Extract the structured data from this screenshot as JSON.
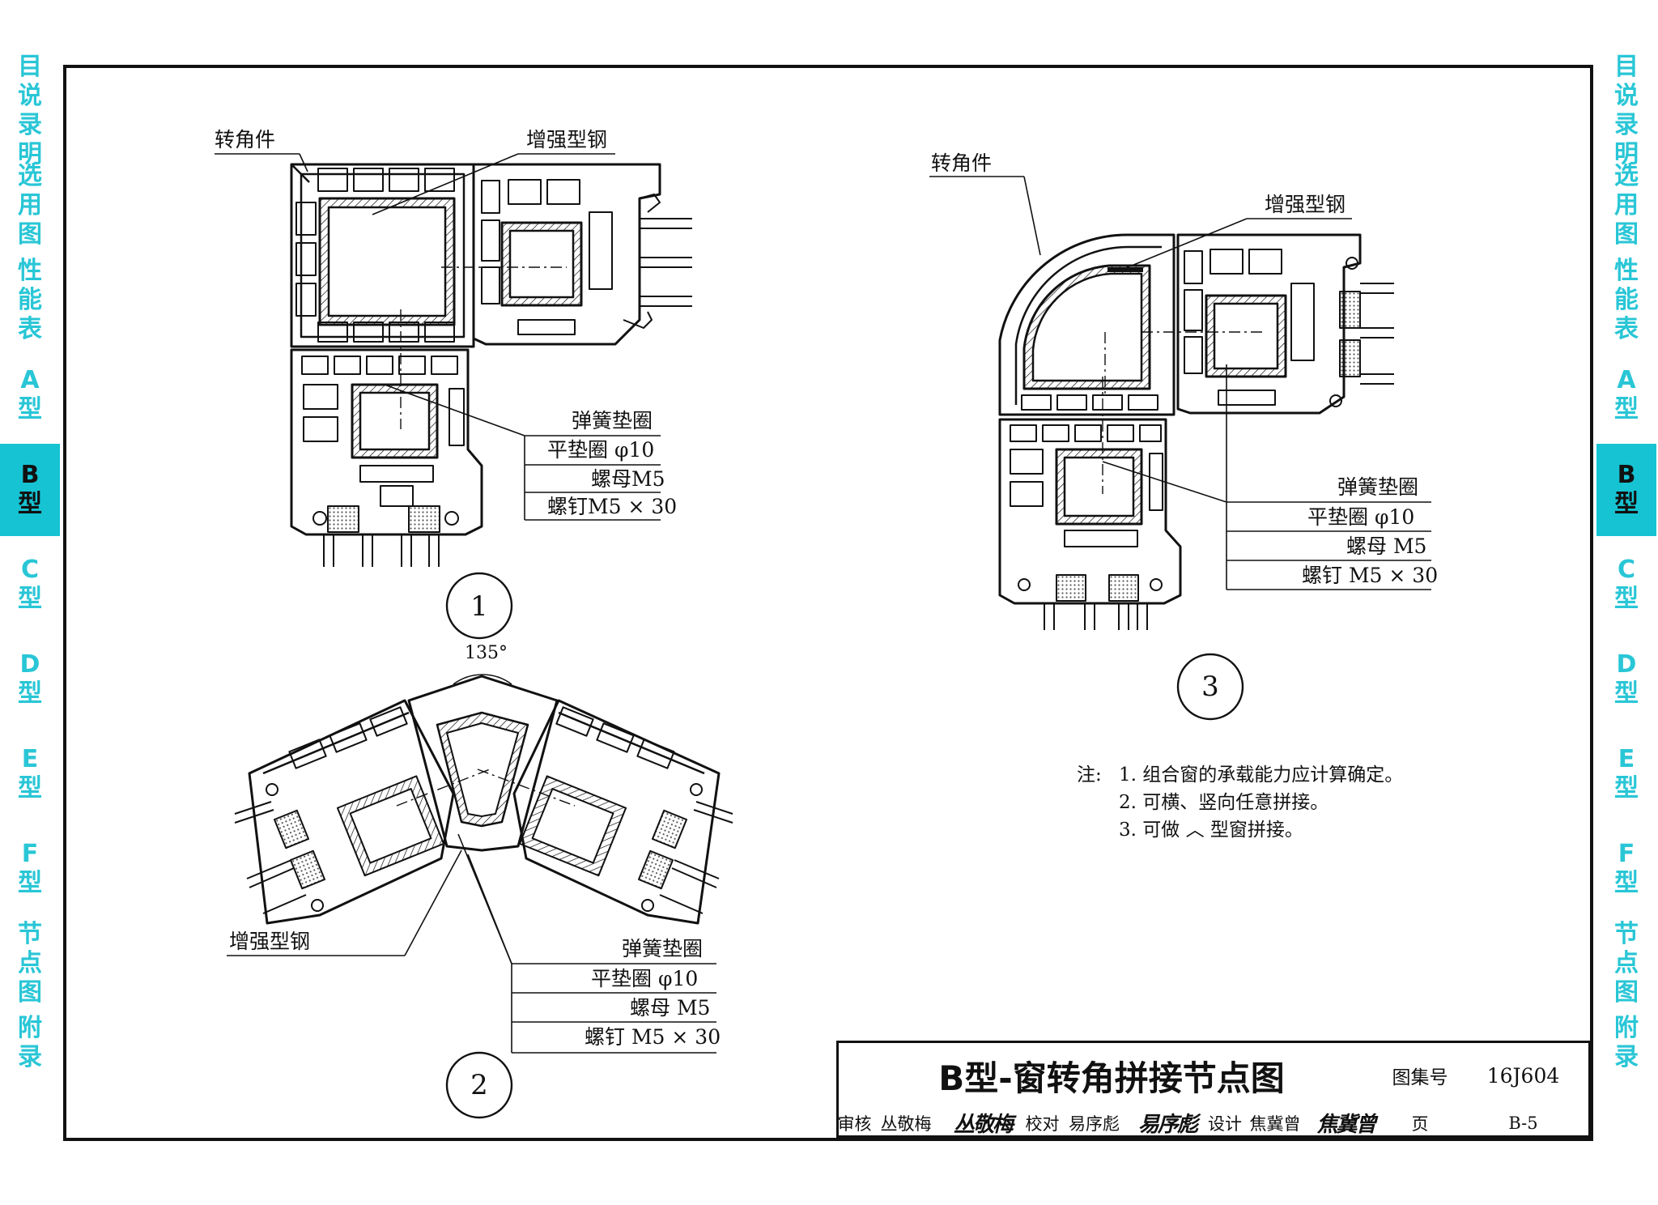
{
  "side_tabs": {
    "items": [
      {
        "label": "目说录明"
      },
      {
        "label": "选用图"
      },
      {
        "label": "性能表"
      },
      {
        "label": "A型"
      },
      {
        "label": "B型",
        "active": true
      },
      {
        "label": "C型"
      },
      {
        "label": "D型"
      },
      {
        "label": "E型"
      },
      {
        "label": "F型"
      },
      {
        "label": "节点图"
      },
      {
        "label": "附录"
      }
    ],
    "colors": {
      "text": "#29c6d6",
      "active_bg": "#16c3d3"
    }
  },
  "detail1": {
    "number": "1",
    "label_corner": "转角件",
    "label_steel": "增强型钢",
    "fasteners": [
      "弹簧垫圈",
      "平垫圈 φ10",
      "螺母M5",
      "螺钉M5 × 30"
    ]
  },
  "detail2": {
    "number": "2",
    "angle": "135°",
    "label_steel": "增强型钢",
    "fasteners": [
      "弹簧垫圈",
      "平垫圈 φ10",
      "螺母 M5",
      "螺钉 M5 × 30"
    ]
  },
  "detail3": {
    "number": "3",
    "label_corner": "转角件",
    "label_steel": "增强型钢",
    "fasteners": [
      "弹簧垫圈",
      "平垫圈 φ10",
      "螺母 M5",
      "螺钉 M5 × 30"
    ]
  },
  "notes": {
    "heading": "注:",
    "items": [
      "1. 组合窗的承载能力应计算确定。",
      "2. 可横、竖向任意拼接。",
      "3. 可做 ︿ 型窗拼接。"
    ]
  },
  "title_block": {
    "title": "B型-窗转角拼接节点图",
    "atlas_label": "图集号",
    "atlas_no": "16J604",
    "page_label": "页",
    "page_no": "B-5",
    "review_label": "审核",
    "reviewer": "丛敬梅",
    "reviewer_sig": "丛敬梅",
    "check_label": "校对",
    "checker": "易序彪",
    "checker_sig": "易序彪",
    "design_label": "设计",
    "designer": "焦冀曾",
    "designer_sig": "焦冀曾"
  }
}
